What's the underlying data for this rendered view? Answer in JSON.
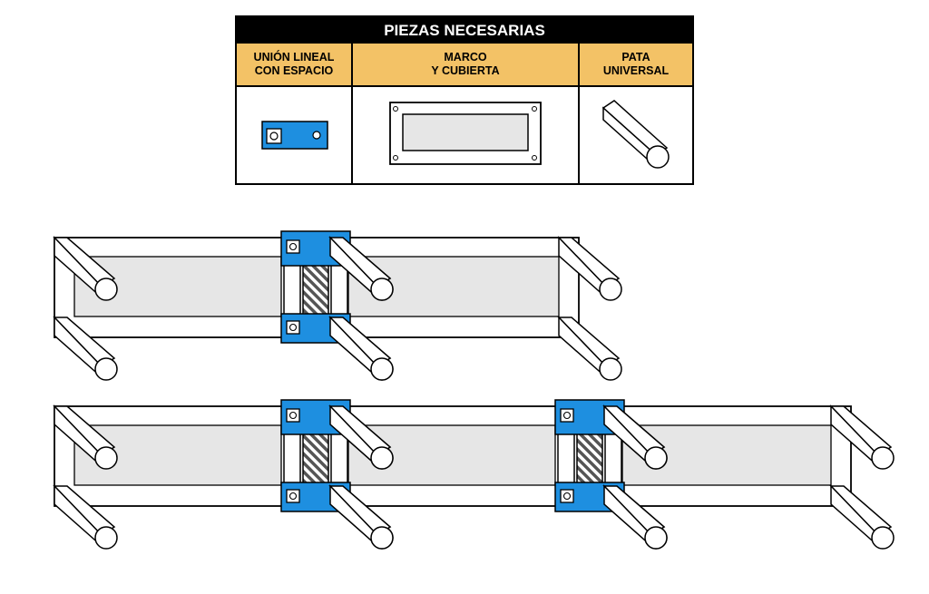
{
  "parts_table": {
    "title": "PIEZAS NECESARIAS",
    "columns": [
      {
        "label": "UNIÓN LINEAL\nCON ESPACIO",
        "part": "linear-gap-joint"
      },
      {
        "label": "MARCO\nY CUBIERTA",
        "part": "frame-and-cover"
      },
      {
        "label": "PATA\nUNIVERSAL",
        "part": "universal-leg"
      }
    ]
  },
  "colors": {
    "header_bg": "#000000",
    "column_header_bg": "#F3C266",
    "joint_blue": "#1E8FE0",
    "panel_gray": "#E6E6E6",
    "outline": "#000000"
  },
  "assemblies": [
    {
      "name": "two-module-assembly",
      "modules": 2,
      "joints": 1
    },
    {
      "name": "three-module-assembly",
      "modules": 3,
      "joints": 2
    }
  ]
}
